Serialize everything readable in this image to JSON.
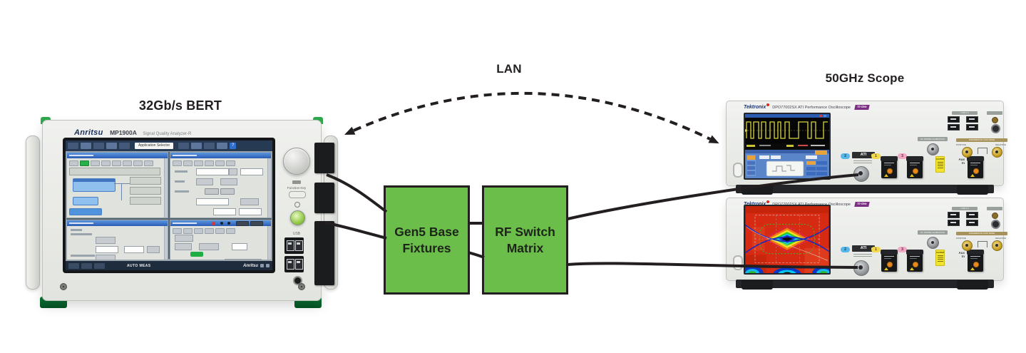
{
  "labels": {
    "bert_title": "32Gb/s BERT",
    "lan": "LAN",
    "scope_title": "50GHz Scope"
  },
  "boxes": {
    "gen5": {
      "line1": "Gen5 Base",
      "line2": "Fixtures"
    },
    "rf": {
      "line1": "RF Switch",
      "line2": "Matrix"
    }
  },
  "bert": {
    "brand": "Anritsu",
    "model": "MP1900A",
    "subtitle": "Signal Quality Analyzer-R",
    "app_selector": "Application Selector",
    "status": "AUTO MEAS",
    "footer_brand": "Anritsu",
    "function_key": "Function Key",
    "usb_label": "USB"
  },
  "scope": {
    "brand": "Tektronix",
    "model": "DPO77002SX ATI Performance Oscilloscope",
    "badge": "70 GHz",
    "ati": "ATI",
    "ch1": "1",
    "ch2": "2",
    "ch3": "3",
    "aux_in": "Aux\nIn",
    "caution": "CAUTION",
    "usb_label": "USB 2.0",
    "dc_probe": "DC PROBE CALIBRATION",
    "diff_edge": "DIFFERENTIAL FAST EDGE",
    "positive": "POSITIVE",
    "negative": "NEGATIVE"
  },
  "colors": {
    "box_green": "#6cbe4b",
    "line_black": "#231f20",
    "bert_body": "#e9eae6",
    "scope_body": "#ecedeb",
    "screen_navy": "#273a53",
    "panel_blue": "#3f76c9",
    "badge_purple": "#7b2e82",
    "waveform_yellow": "#d9d53e",
    "eye_red": "#d62b12",
    "accent_green": "#2ea84d"
  }
}
